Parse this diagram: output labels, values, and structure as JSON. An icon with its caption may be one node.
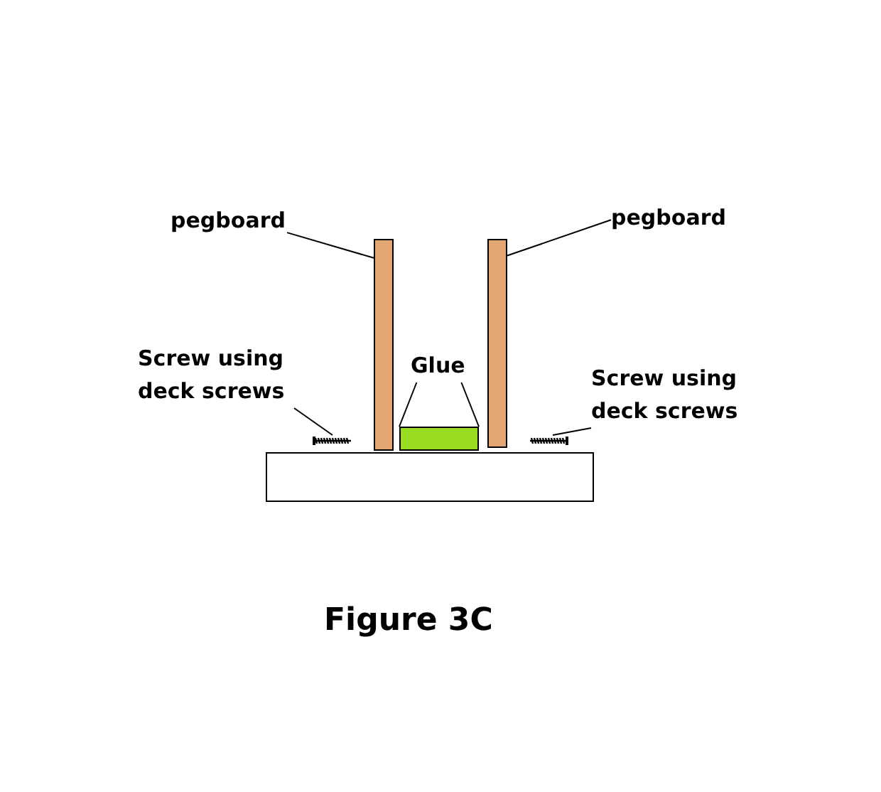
{
  "diagram": {
    "caption": "Figure 3C",
    "nodes": [
      {
        "text": [
          "pegboard"
        ]
      },
      {
        "text": [
          "pegboard"
        ]
      },
      {
        "text": [
          "Screw using deck screws"
        ]
      },
      {
        "text": [
          "Glue"
        ]
      },
      {
        "text": [
          "Screw using deck screws"
        ]
      },
      {
        "text": [],
        "shape": "bar"
      },
      {
        "text": [],
        "shape": "bar"
      },
      {
        "text": [],
        "shape": "screw"
      },
      {
        "text": [],
        "shape": "screw"
      },
      {
        "text": [],
        "shape": "bar"
      },
      {
        "text": [],
        "shape": "box"
      }
    ],
    "edges": [
      {
        "from": 0,
        "to": 5,
        "arrow": "none"
      },
      {
        "from": 1,
        "to": 6,
        "arrow": "none"
      },
      {
        "from": 2,
        "to": 7,
        "arrow": "none"
      },
      {
        "from": 3,
        "to": 9,
        "arrow": "none"
      },
      {
        "from": 3,
        "to": 9,
        "arrow": "none"
      },
      {
        "from": 4,
        "to": 8,
        "arrow": "none"
      }
    ]
  }
}
